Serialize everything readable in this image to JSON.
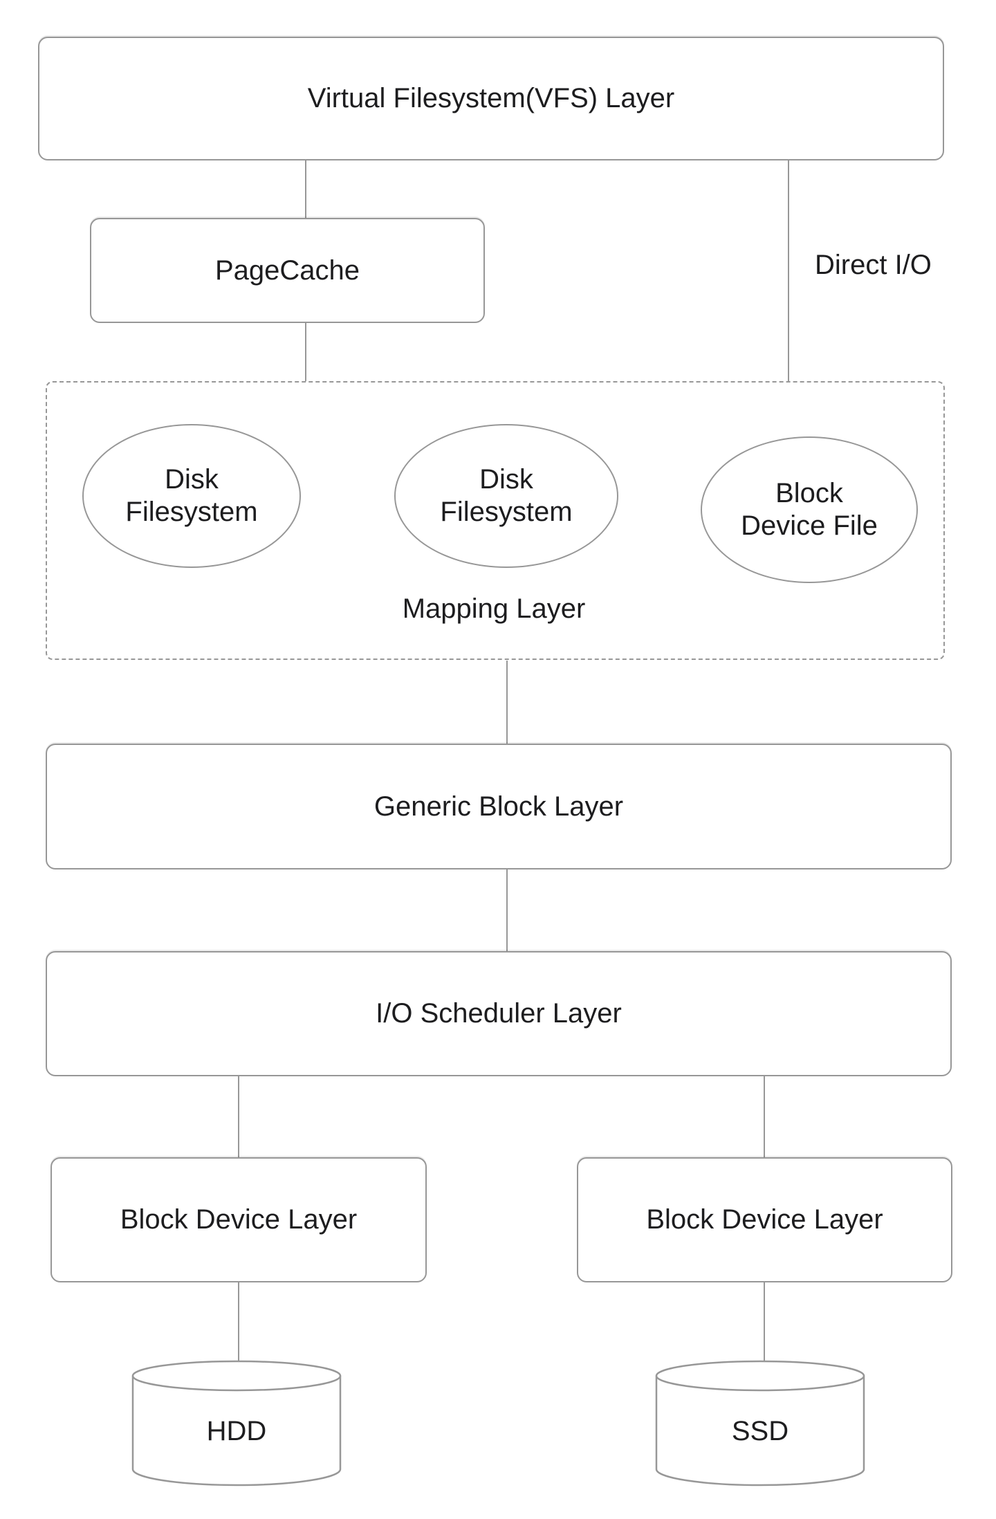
{
  "colors": {
    "stroke": "#979797",
    "text": "#1d1d1f",
    "background": "#ffffff"
  },
  "nodes": {
    "vfs": {
      "label": "Virtual Filesystem(VFS) Layer"
    },
    "pagecache": {
      "label": "PageCache"
    },
    "mapping": {
      "label": "Mapping Layer",
      "ellipses": [
        {
          "lines": [
            "Disk",
            "Filesystem"
          ]
        },
        {
          "lines": [
            "Disk",
            "Filesystem"
          ]
        },
        {
          "lines": [
            "Block",
            "Device File"
          ]
        }
      ]
    },
    "generic_block": {
      "label": "Generic Block Layer"
    },
    "io_scheduler": {
      "label": "I/O Scheduler Layer"
    },
    "block_device_left": {
      "label": "Block Device Layer"
    },
    "block_device_right": {
      "label": "Block Device Layer"
    },
    "hdd": {
      "label": "HDD"
    },
    "ssd": {
      "label": "SSD"
    }
  },
  "edges": {
    "direct_io": {
      "label": "Direct I/O"
    }
  }
}
